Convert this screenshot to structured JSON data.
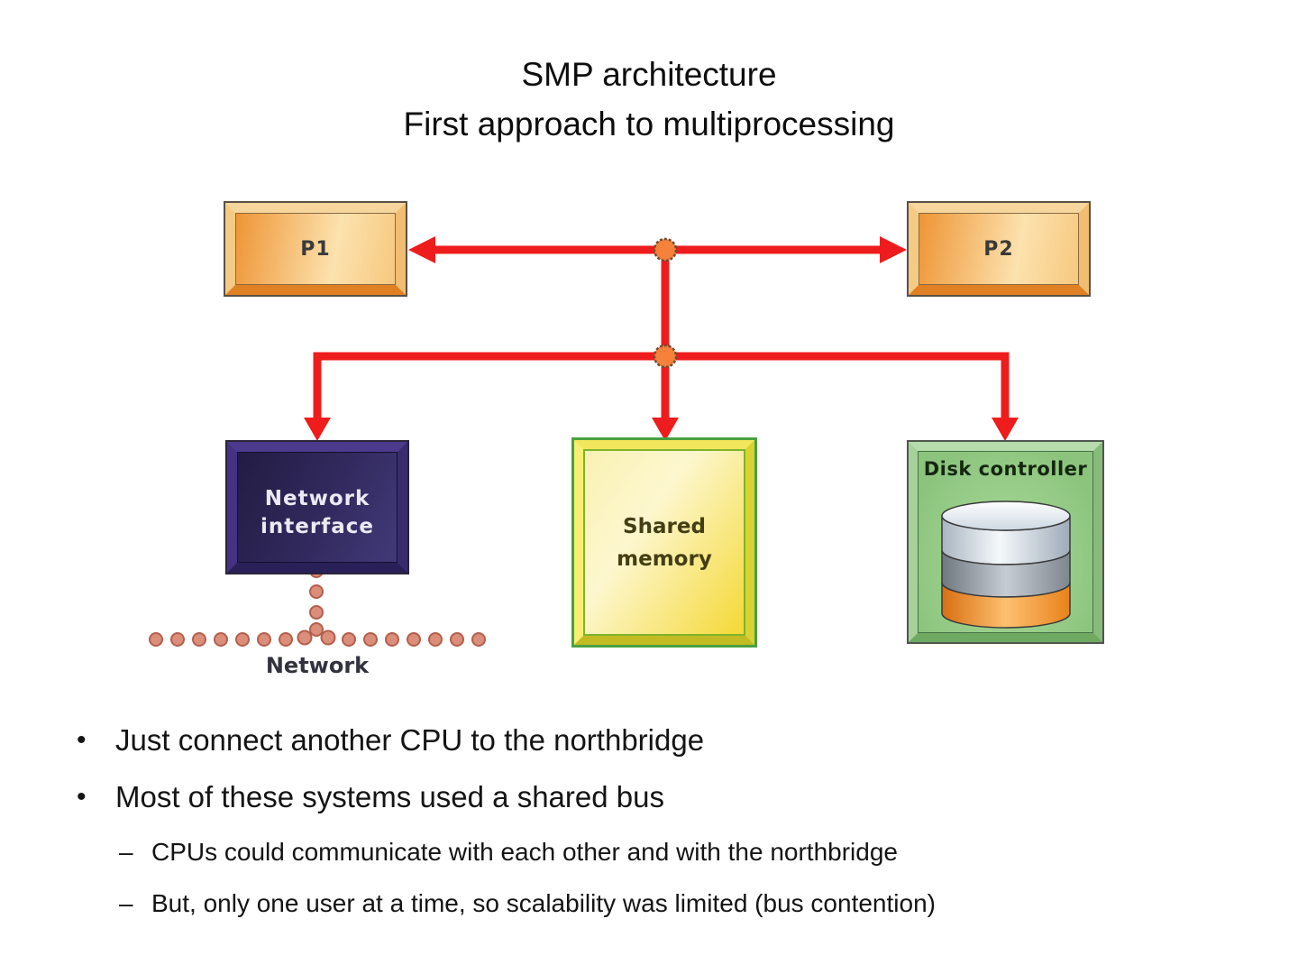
{
  "slide": {
    "title_line1": "SMP architecture",
    "title_line2": "First approach to multiprocessing"
  },
  "diagram": {
    "processor1_label": "P1",
    "processor2_label": "P2",
    "network_interface_line1": "Network",
    "network_interface_line2": "interface",
    "shared_memory_line1": "Shared",
    "shared_memory_line2": "memory",
    "disk_controller_label": "Disk controller",
    "network_label": "Network"
  },
  "colors": {
    "bus-red": "#ee1c1c",
    "junction-orange": "#f5813a",
    "network-dot-fill": "#db8e7a",
    "network-dot-border": "#b35f4c",
    "text-black": "#141414"
  },
  "bullets": [
    {
      "level": 1,
      "marker": "•",
      "text": "Just connect another CPU to the northbridge"
    },
    {
      "level": 1,
      "marker": "•",
      "text": "Most of these systems used a shared bus"
    },
    {
      "level": 2,
      "marker": "–",
      "text": "CPUs could communicate with each other and with the northbridge"
    },
    {
      "level": 2,
      "marker": "–",
      "text": "But, only one user at a time, so scalability was limited (bus contention)"
    }
  ]
}
